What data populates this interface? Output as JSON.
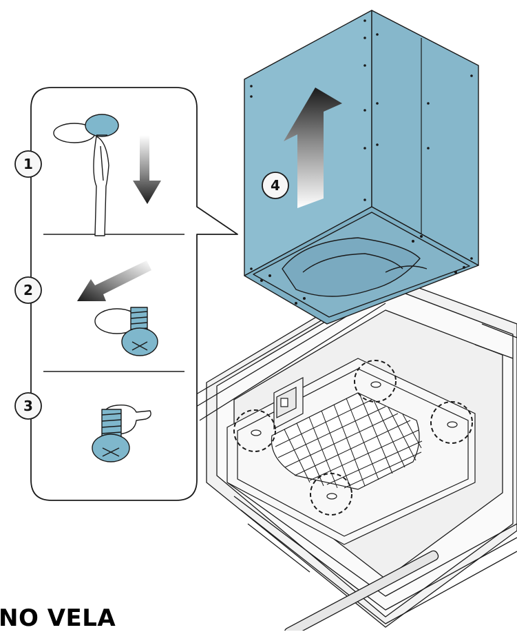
{
  "steps": [
    {
      "number": "1"
    },
    {
      "number": "2"
    },
    {
      "number": "3"
    },
    {
      "number": "4"
    }
  ],
  "caption": "NO VELA",
  "colors": {
    "cover": "#8dbdd0",
    "cover_shadow": "#79abc0",
    "screw": "#7fb7cc",
    "line": "#1a1a1a",
    "frame": "#f4f4f4"
  }
}
